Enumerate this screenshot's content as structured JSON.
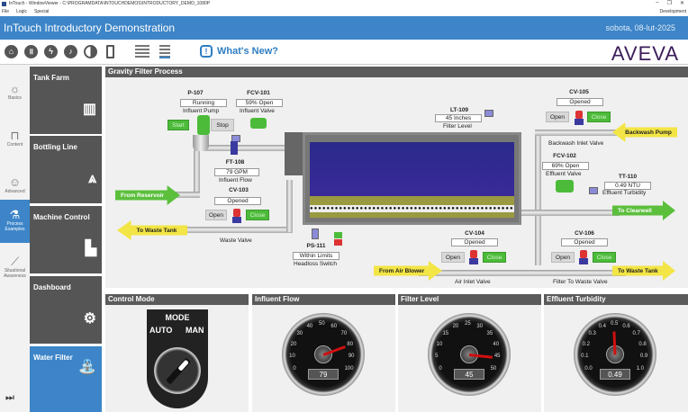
{
  "window": {
    "title": "InTouch - WindowViewer - C:\\PROGRAMDATA\\INTOUCHDEMOS\\INTRODUCTORY_DEMO_1080P",
    "menu": [
      "File",
      "Logic",
      "Special"
    ],
    "controls": [
      "–",
      "❐",
      "✕"
    ],
    "mode_label": "Development"
  },
  "header": {
    "title": "InTouch Introductory Demonstration",
    "date": "sobota, 08-lut-2025"
  },
  "toolbar": {
    "icons": [
      "home-icon",
      "pause-icon",
      "lightning-icon",
      "bell-icon",
      "contrast-icon",
      "switch-icon",
      "align-left-icon",
      "align-justify-icon"
    ],
    "whats_new": "What's New?",
    "logo": "AVEVA"
  },
  "leftnav": {
    "items": [
      {
        "label": "Basics",
        "icon": "lightbulb-icon",
        "active": false
      },
      {
        "label": "Content",
        "icon": "pipe-icon",
        "active": false
      },
      {
        "label": "Advanced",
        "icon": "person-icon",
        "active": false
      },
      {
        "label": "Process Examples",
        "icon": "process-icon",
        "active": true
      },
      {
        "label": "Situational Awareness",
        "icon": "trend-icon",
        "active": false
      }
    ],
    "skip_icon": "skip-forward-icon"
  },
  "tiles": [
    {
      "label": "Tank Farm",
      "icon": "tank-farm-icon",
      "active": false
    },
    {
      "label": "Bottling Line",
      "icon": "bottles-icon",
      "active": false
    },
    {
      "label": "Machine Control",
      "icon": "machine-icon",
      "active": false
    },
    {
      "label": "Dashboard",
      "icon": "dashboard-icon",
      "active": false
    },
    {
      "label": "Water Filter",
      "icon": "faucet-icon",
      "active": true
    }
  ],
  "process": {
    "title": "Gravity Filter Process",
    "p107": {
      "tag": "P-107",
      "status": "Running",
      "label": "Influent Pump",
      "start": "Start",
      "stop": "Stop"
    },
    "fcv101": {
      "tag": "FCV-101",
      "value": "59% Open",
      "label": "Influent Valve"
    },
    "ft108": {
      "tag": "FT-108",
      "value": "79 GPM",
      "label": "Influent Flow"
    },
    "cv103": {
      "tag": "CV-103",
      "status": "Opened",
      "label": "Waste Valve",
      "open": "Open",
      "close": "Close"
    },
    "lt109": {
      "tag": "LT-109",
      "value": "45 Inches",
      "label": "Filter Level"
    },
    "ps111": {
      "tag": "PS-111",
      "status": "Within Limits",
      "label": "Headloss Switch"
    },
    "cv105": {
      "tag": "CV-105",
      "status": "Opened",
      "label": "Backwash Inlet Valve",
      "open": "Open",
      "close": "Close"
    },
    "fcv102": {
      "tag": "FCV-102",
      "value": "69% Open",
      "label": "Effluent Valve"
    },
    "tt110": {
      "tag": "TT-110",
      "value": "0.49 NTU",
      "label": "Effluent Turbidity"
    },
    "cv104": {
      "tag": "CV-104",
      "status": "Opened",
      "label": "Air Inlet Valve",
      "open": "Open",
      "close": "Close"
    },
    "cv106": {
      "tag": "CV-106",
      "status": "Opened",
      "label": "Filter To Waste Valve",
      "open": "Open",
      "close": "Close"
    },
    "arrows": {
      "from_reservoir": "From Reservoir",
      "to_waste_tank_1": "To Waste Tank",
      "backwash_pump": "Backwash Pump",
      "to_clearwell": "To Clearwell",
      "from_air_blower": "From Air Blower",
      "to_waste_tank_2": "To Waste Tank"
    }
  },
  "control_mode": {
    "title": "Control Mode",
    "mode": "MODE",
    "auto": "AUTO",
    "man": "MAN",
    "selected": "AUTO"
  },
  "gauges": [
    {
      "title": "Influent Flow",
      "ticks": [
        "0",
        "10",
        "20",
        "30",
        "40",
        "50",
        "60",
        "70",
        "80",
        "90",
        "100"
      ],
      "min": 0,
      "max": 100,
      "value": 79,
      "readout": "79"
    },
    {
      "title": "Filter Level",
      "ticks": [
        "0",
        "5",
        "10",
        "15",
        "20",
        "25",
        "30",
        "35",
        "40",
        "45",
        "50"
      ],
      "min": 0,
      "max": 50,
      "value": 45,
      "readout": "45"
    },
    {
      "title": "Effluent Turbidity",
      "ticks": [
        "0.0",
        "0.1",
        "0.2",
        "0.3",
        "0.4",
        "0.5",
        "0.6",
        "0.7",
        "0.8",
        "0.9",
        "1.0"
      ],
      "min": 0,
      "max": 1,
      "value": 0.49,
      "readout": "0.49"
    }
  ]
}
